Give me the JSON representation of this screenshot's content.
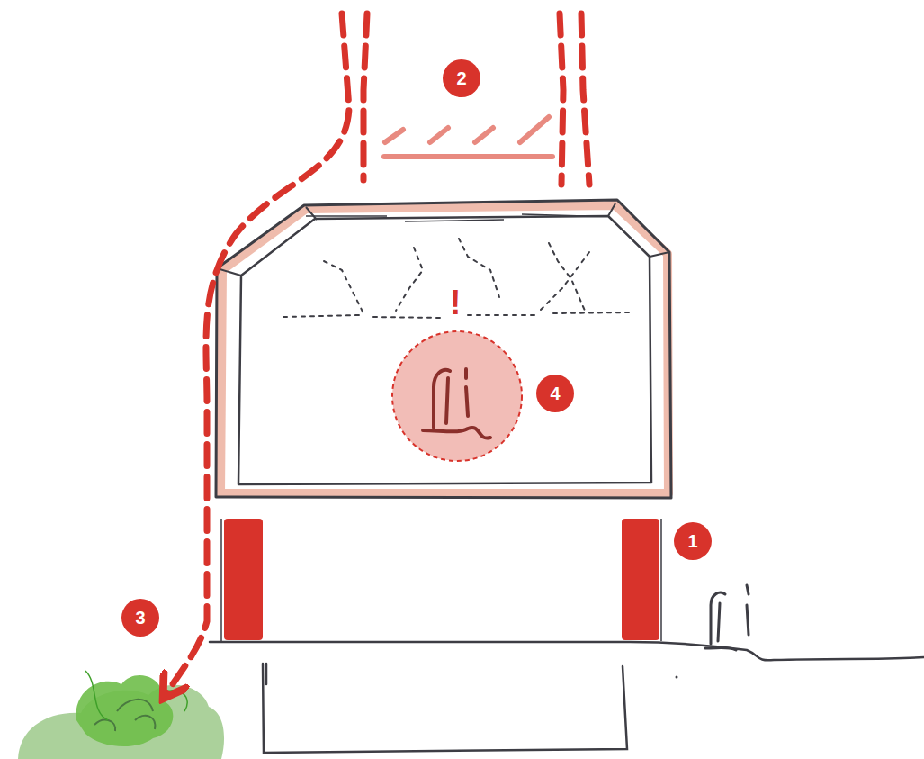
{
  "diagram": {
    "labels": [
      "2",
      "!",
      "4",
      "1",
      "3"
    ]
  }
}
